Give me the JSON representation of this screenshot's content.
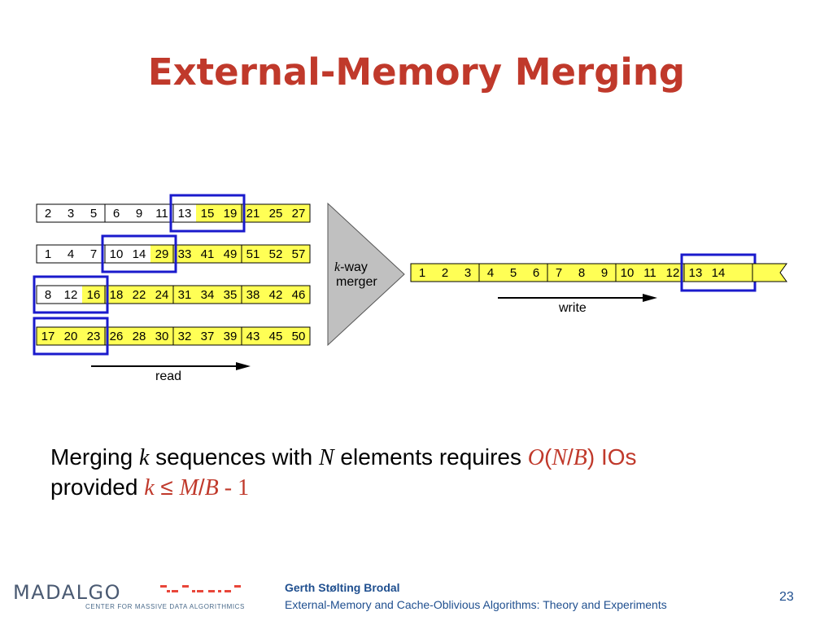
{
  "title": "External-Memory Merging",
  "input_runs": [
    {
      "blocks": [
        [
          "2",
          "3",
          "5"
        ],
        [
          "6",
          "9",
          "11"
        ],
        [
          "13",
          "15",
          "19"
        ],
        [
          "21",
          "25",
          "27"
        ]
      ],
      "current_block": 2,
      "consumed": 1
    },
    {
      "blocks": [
        [
          "1",
          "4",
          "7"
        ],
        [
          "10",
          "14",
          "29"
        ],
        [
          "33",
          "41",
          "49"
        ],
        [
          "51",
          "52",
          "57"
        ]
      ],
      "current_block": 1,
      "consumed": 2
    },
    {
      "blocks": [
        [
          "8",
          "12",
          "16"
        ],
        [
          "18",
          "22",
          "24"
        ],
        [
          "31",
          "34",
          "35"
        ],
        [
          "38",
          "42",
          "46"
        ]
      ],
      "current_block": 0,
      "consumed": 2
    },
    {
      "blocks": [
        [
          "17",
          "20",
          "23"
        ],
        [
          "26",
          "28",
          "30"
        ],
        [
          "32",
          "37",
          "39"
        ],
        [
          "43",
          "45",
          "50"
        ]
      ],
      "current_block": 0,
      "consumed": 0
    }
  ],
  "merger": {
    "k": "k",
    "label_line1": "-way",
    "label_line2": "merger"
  },
  "output": {
    "blocks": [
      [
        "1",
        "2",
        "3"
      ],
      [
        "4",
        "5",
        "6"
      ],
      [
        "7",
        "8",
        "9"
      ],
      [
        "10",
        "11",
        "12"
      ],
      [
        "13",
        "14",
        ""
      ]
    ],
    "current_block": 4
  },
  "read_label": "read",
  "write_label": "write",
  "statement": {
    "line1_a": "Merging ",
    "k": "k",
    "line1_b": " sequences with ",
    "N": "N",
    "line1_c": " elements requires ",
    "io_O": "O",
    "io_open": "(",
    "io_N": "N",
    "io_slash": "/",
    "io_B": "B",
    "io_close": ")",
    "ios": " IOs",
    "line2_a": "provided ",
    "cond_k": "k",
    "cond_le": " ≤ ",
    "cond_M": "M",
    "cond_slash": "/",
    "cond_B": "B",
    "cond_minus": " - 1"
  },
  "footer": {
    "author": "Gerth Stølting Brodal",
    "subtitle": "External-Memory and Cache-Oblivious Algorithms: Theory and Experiments",
    "page": "23",
    "logo_text": "MADALGO",
    "logo_sub": "CENTER FOR MASSIVE DATA ALGORITHMICS"
  },
  "colors": {
    "title": "#c0392b",
    "fill": "#ffff55",
    "highlight": "#1a1acc",
    "footer": "#1f4f8f",
    "merger": "#c0c0c0"
  }
}
